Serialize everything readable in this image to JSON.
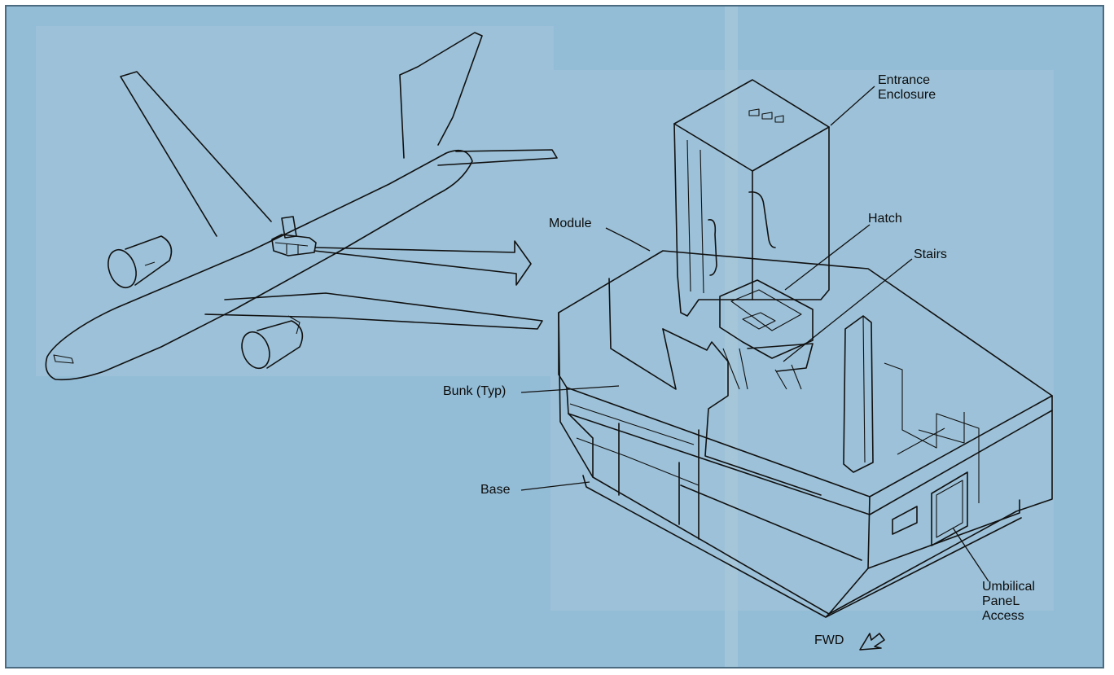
{
  "labels": {
    "entrance_enclosure": "Entrance\nEnclosure",
    "module": "Module",
    "hatch": "Hatch",
    "stairs": "Stairs",
    "bunk": "Bunk (Typ)",
    "base": "Base",
    "umbilical": "Umbilical\nPaneL\nAccess",
    "fwd": "FWD"
  },
  "colors": {
    "background": "#93bcd6",
    "panel": "#9cc1d8",
    "line": "#111111"
  }
}
